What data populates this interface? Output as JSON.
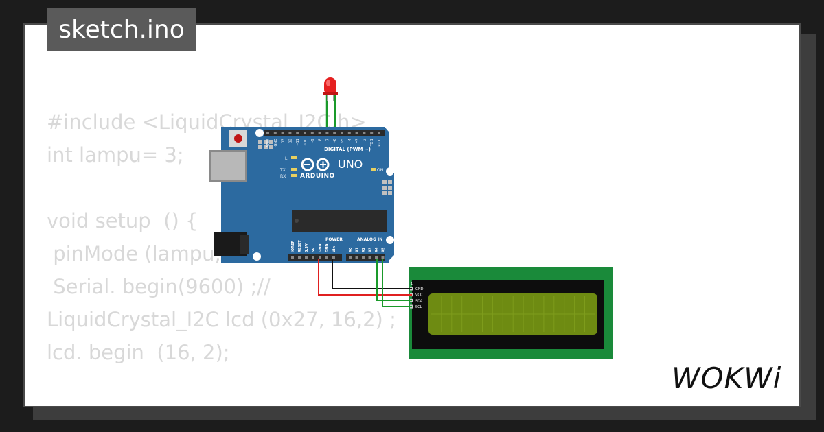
{
  "header": {
    "filename": "sketch.ino"
  },
  "code": {
    "lines": [
      "#include <LiquidCrystal_I2C.h>",
      "int lampu= 3;",
      "",
      "void setup  () {",
      " pinMode (lampu, OUTPUT);",
      " Serial. begin(9600) ;//",
      "LiquidCrystal_I2C lcd (0x27, 16,2) ;",
      "lcd. begin  (16, 2);",
      "",
      "}"
    ]
  },
  "arduino": {
    "digital_label": "DIGITAL (PWM ~)",
    "brand": "ARDUINO",
    "model": "UNO",
    "on_label": "ON",
    "led_l": "L",
    "led_tx": "TX",
    "led_rx": "RX",
    "power_label": "POWER",
    "analog_label": "ANALOG IN",
    "digital_pins": [
      "AREF",
      "GND",
      "13",
      "12",
      "~11",
      "~10",
      "~9",
      "8",
      "7",
      "~6",
      "~5",
      "4",
      "~3",
      "2",
      "TX 1",
      "RX 0"
    ],
    "power_pins": [
      "IOREF",
      "RESET",
      "3.3V",
      "5V",
      "GND",
      "GND",
      "Vin"
    ],
    "analog_pins": [
      "A0",
      "A1",
      "A2",
      "A3",
      "A4",
      "A5"
    ]
  },
  "lcd": {
    "pin_header": "1",
    "pins": [
      "GND",
      "VCC",
      "SDA",
      "SCL"
    ]
  },
  "logo": {
    "text": "WOKWi"
  },
  "colors": {
    "board": "#2c6aa0",
    "lcd_pcb": "#1a8a3a",
    "lcd_screen": "#6e8b12",
    "wire_red": "#e02020",
    "wire_black": "#111111",
    "wire_green": "#1a9a2a",
    "led": "#e52020"
  }
}
